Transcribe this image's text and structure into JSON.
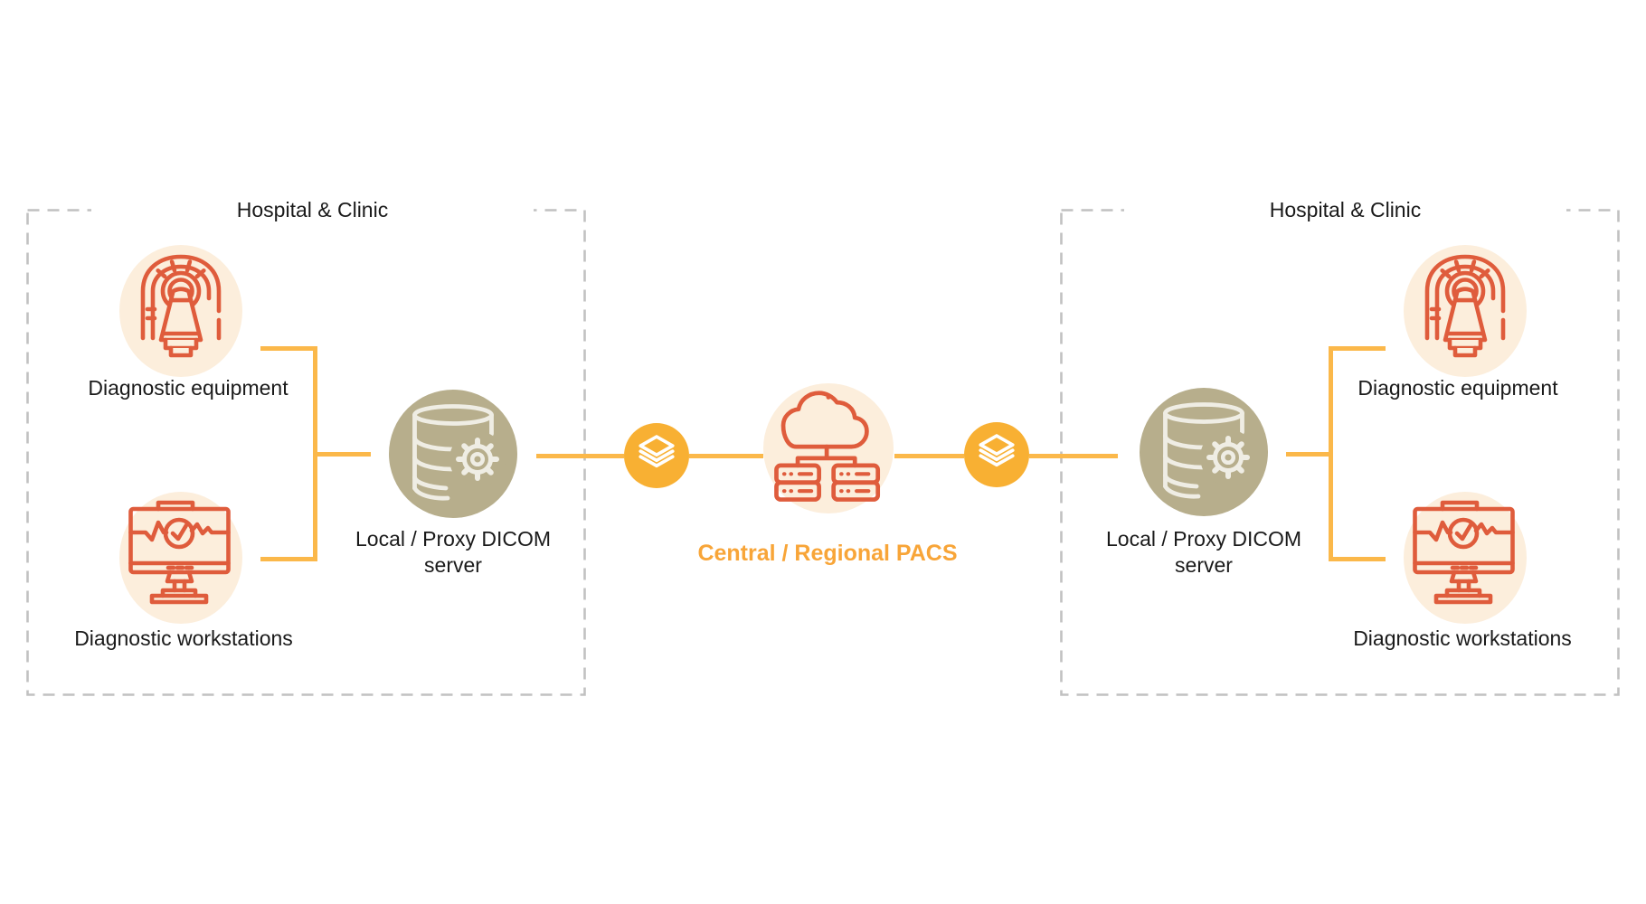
{
  "colors": {
    "accent_orange_red": "#DF5C3C",
    "cream_circle_bg": "#FCEEDC",
    "olive_circle_bg": "#B7AE8C",
    "database_icon_stroke": "#EFEDE4",
    "connector_yellow": "#FBB84A",
    "transfer_circle_yellow": "#F8B033",
    "pacs_text_orange": "#F8A538",
    "dashed_border_gray": "#C1C1C1",
    "label_text": "#1A1A1A"
  },
  "left_cluster": {
    "title": "Hospital & Clinic",
    "equipment_label": "Diagnostic equipment",
    "workstations_label": "Diagnostic workstations",
    "server_label_line1": "Local / Proxy DICOM",
    "server_label_line2": "server"
  },
  "right_cluster": {
    "title": "Hospital & Clinic",
    "equipment_label": "Diagnostic equipment",
    "workstations_label": "Diagnostic workstations",
    "server_label_line1": "Local / Proxy DICOM",
    "server_label_line2": "server"
  },
  "center": {
    "pacs_label": "Central / Regional PACS"
  },
  "icons": {
    "equipment": "mri-scanner-icon",
    "workstations": "diagnostic-workstation-icon",
    "server": "database-gear-icon",
    "transfer": "layers-stack-icon",
    "pacs": "cloud-servers-icon"
  }
}
